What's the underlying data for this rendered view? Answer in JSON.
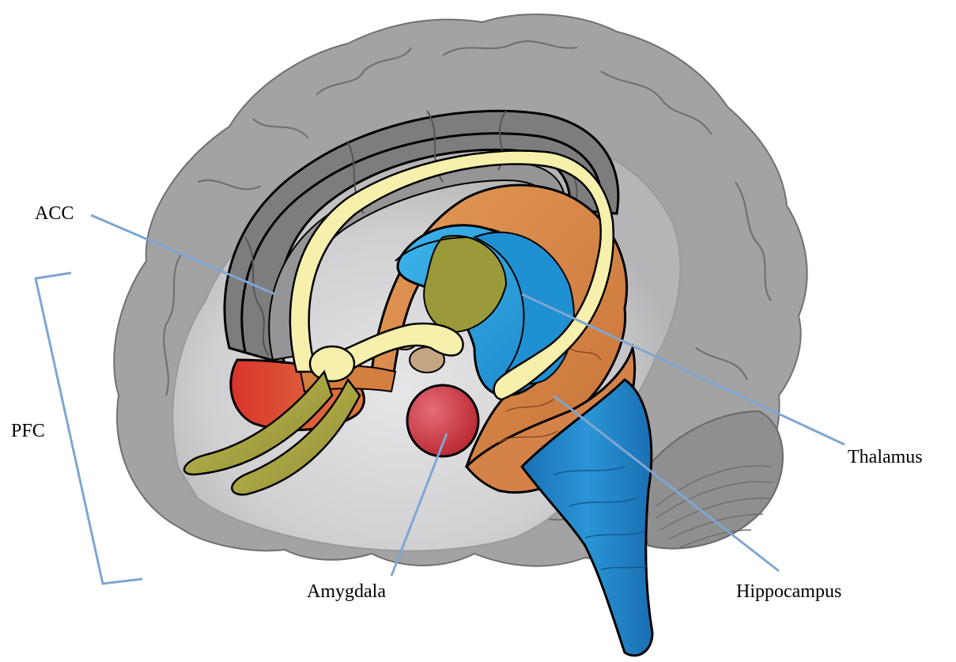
{
  "labels": {
    "acc": "ACC",
    "pfc": "PFC",
    "amygdala": "Amygdala",
    "thalamus": "Thalamus",
    "hippocampus": "Hippocampus"
  },
  "colors": {
    "cortex_outer": "#9e9e9e",
    "cortex_inner": "#c9c9ca",
    "medial_surface": "#d9d9db",
    "cingulate": "#8a8a8a",
    "fornix": "#f6eeaa",
    "olfactory": "#a8a43c",
    "hippocampus": "#d9884a",
    "thalamus": "#2a9fd8",
    "brainstem": "#1f7fc4",
    "amygdala": "#c8323c",
    "orbitofrontal": "#cc3a30",
    "mammillary": "#c2a584",
    "leader_line": "#7fa6d2"
  }
}
